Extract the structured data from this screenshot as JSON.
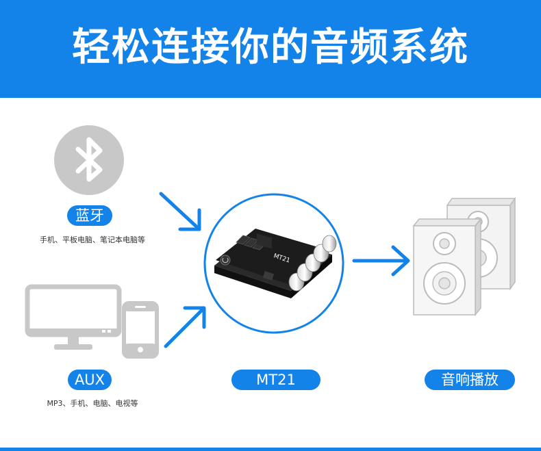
{
  "banner": {
    "title": "轻松连接你的音频系统"
  },
  "sources": {
    "bluetooth": {
      "label": "蓝牙",
      "caption": "手机、平板电脑、笔记本电脑等"
    },
    "aux": {
      "label": "AUX",
      "caption": "MP3、手机、电脑、电视等"
    }
  },
  "device": {
    "label": "MT21",
    "board_text": "MT21",
    "knob_count": 5
  },
  "output": {
    "label": "音响播放"
  },
  "colors": {
    "accent": "#1383ea",
    "icon_gray": "#c8c8c8",
    "board_black": "#1c1c1c"
  }
}
